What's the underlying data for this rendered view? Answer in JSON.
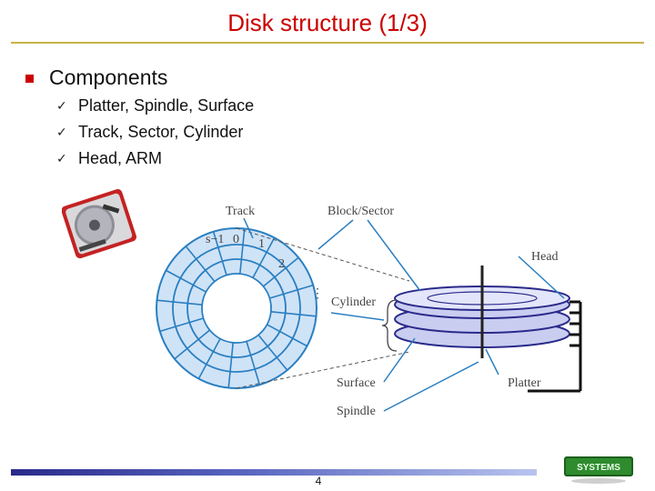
{
  "slide": {
    "title": "Disk structure (1/3)",
    "bullet": "Components",
    "sub_bullets": [
      "Platter, Spindle, Surface",
      "Track, Sector, Cylinder",
      "Head, ARM"
    ],
    "page_number": "4",
    "logo_text": "SYSTEMS"
  },
  "diagram": {
    "labels": {
      "track": "Track",
      "block_sector": "Block/Sector",
      "head": "Head",
      "cylinder": "Cylinder",
      "surface": "Surface",
      "platter": "Platter",
      "spindle": "Spindle"
    },
    "sector_labels": [
      "s−1",
      "0",
      "1",
      "2"
    ]
  },
  "colors": {
    "title": "#cc0000",
    "bullet": "#cc0000",
    "rule": "#c8b24a",
    "platter_fill": "#cfe3f7",
    "platter_stroke": "#2a7fc1",
    "stack_fill": "#c9cdf0",
    "stack_stroke": "#2a2a8a"
  }
}
